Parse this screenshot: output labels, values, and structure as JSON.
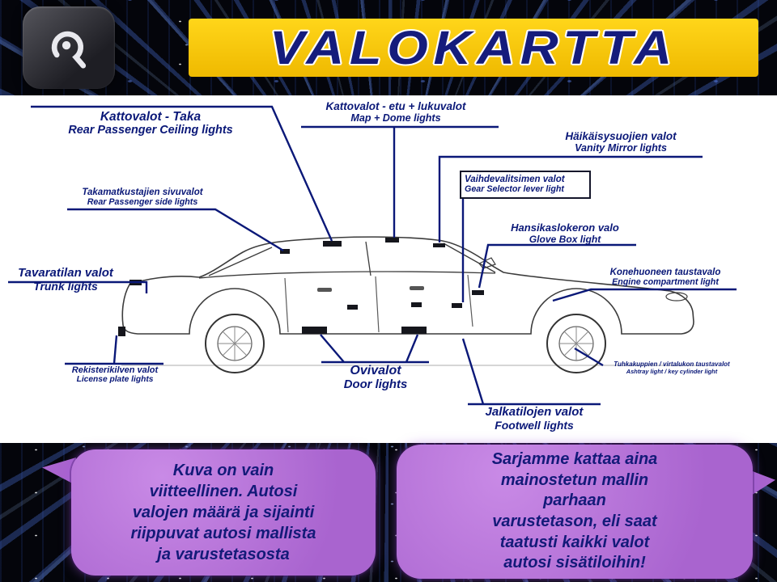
{
  "header": {
    "title": "VALOKARTTA"
  },
  "diagram": {
    "labels": [
      {
        "fi": "Kattovalot - Taka",
        "en": "Rear Passenger Ceiling lights"
      },
      {
        "fi": "Kattovalot - etu + lukuvalot",
        "en": "Map + Dome lights"
      },
      {
        "fi": "Häikäisysuojien valot",
        "en": "Vanity Mirror lights"
      },
      {
        "fi": "Vaihdevalitsimen valot",
        "en": "Gear Selector lever light"
      },
      {
        "fi": "Takamatkustajien sivuvalot",
        "en": "Rear Passenger side lights"
      },
      {
        "fi": "Hansikaslokeron valo",
        "en": "Glove Box light"
      },
      {
        "fi": "Tavaratilan valot",
        "en": "Trunk lights"
      },
      {
        "fi": "Konehuoneen taustavalo",
        "en": "Engine compartment light"
      },
      {
        "fi": "Rekisterikilven valot",
        "en": "License plate lights"
      },
      {
        "fi": "Ovivalot",
        "en": "Door lights"
      },
      {
        "fi": "Tuhkakuppien / virtalukon taustavalot",
        "en": "Ashtray light / key cylinder light"
      },
      {
        "fi": "Jalkatilojen valot",
        "en": "Footwell lights"
      }
    ]
  },
  "bubbles": {
    "left": "Kuva on vain\nviitteellinen. Autosi\nvalojen määrä ja sijainti\nriippuvat autosi mallista\nja varustetasosta",
    "right": "Sarjamme kattaa aina\nmainostetun mallin\nparhaan\nvarustetason, eli saat\ntaatusti kaikki valot\nautosi sisätiloihin!"
  },
  "colors": {
    "banner_yellow": "#f6c800",
    "title_navy": "#151c7c",
    "label_navy": "#0a1878",
    "bubble_purple": "#b06fd8",
    "background_black": "#04050b"
  }
}
